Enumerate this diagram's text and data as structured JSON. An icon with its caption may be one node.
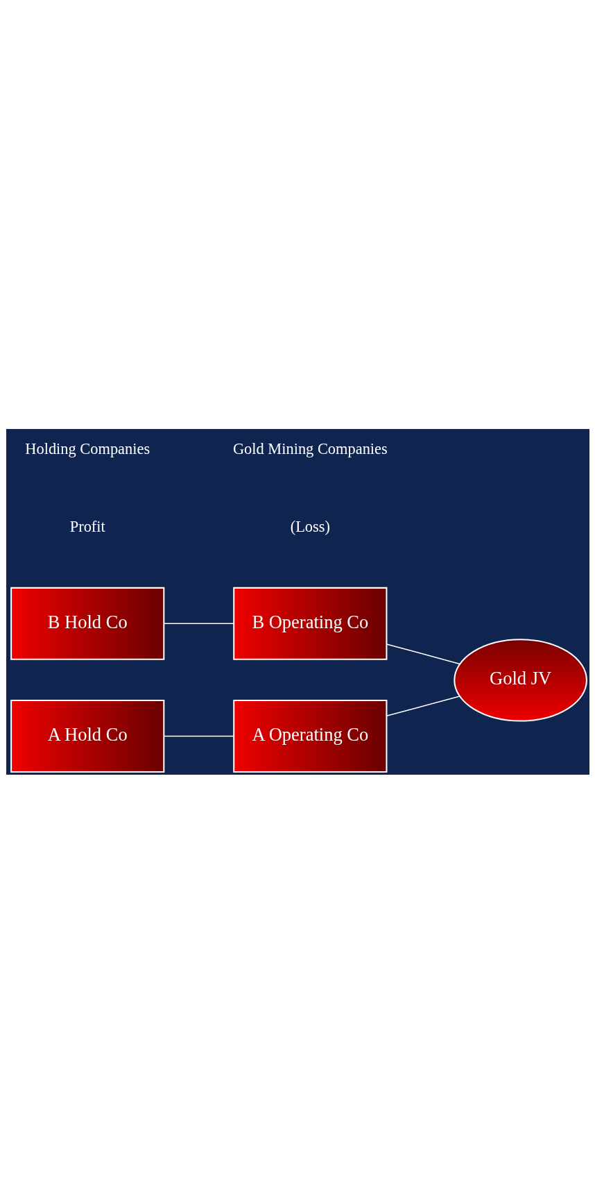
{
  "diagram": {
    "nodes": [
      {
        "text": [
          "B Hold Co"
        ]
      },
      {
        "text": [
          "A Hold Co"
        ]
      },
      {
        "text": [
          "B Operating Co"
        ]
      },
      {
        "text": [
          "A Operating Co"
        ]
      },
      {
        "text": [
          "Gold JV"
        ]
      }
    ],
    "edges": [
      {
        "from": 0,
        "to": 2,
        "arrow": "none"
      },
      {
        "from": 1,
        "to": 3,
        "arrow": "none"
      },
      {
        "from": 2,
        "to": 4,
        "arrow": "none"
      },
      {
        "from": 3,
        "to": 4,
        "arrow": "none"
      }
    ],
    "labels": [
      "Holding Companies",
      "Profit",
      "Gold Mining Companies",
      "(Loss)"
    ]
  }
}
